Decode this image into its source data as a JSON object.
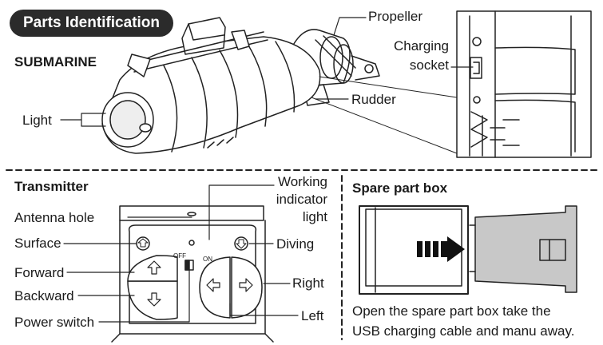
{
  "title": "Parts Identification",
  "submarine": {
    "heading": "SUBMARINE",
    "labels": {
      "propeller": "Propeller",
      "charging_socket_line1": "Charging",
      "charging_socket_line2": "socket",
      "rudder": "Rudder",
      "light": "Light"
    }
  },
  "transmitter": {
    "heading": "Transmitter",
    "labels": {
      "working_indicator_line1": "Working",
      "working_indicator_line2": "indicator",
      "working_indicator_line3": "light",
      "antenna_hole": "Antenna hole",
      "surface": "Surface",
      "diving": "Diving",
      "forward": "Forward",
      "backward": "Backward",
      "right": "Right",
      "left": "Left",
      "power_switch": "Power switch",
      "off": "OFF",
      "on": "ON"
    }
  },
  "spare_box": {
    "heading": "Spare part box",
    "caption_line1": "Open the spare part box take the",
    "caption_line2": "USB charging cable and manu away."
  }
}
